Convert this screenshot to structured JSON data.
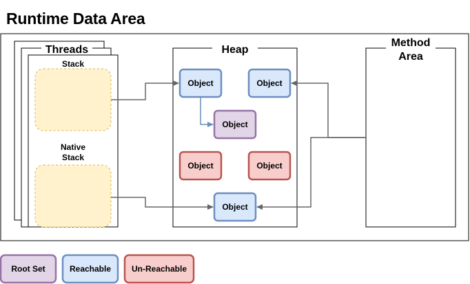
{
  "title": "Runtime Data Area",
  "threads": {
    "label": "Threads",
    "stack_label": "Stack",
    "native_stack_label": [
      "Native",
      "Stack"
    ]
  },
  "heap": {
    "label": "Heap",
    "objects": [
      {
        "id": "o1",
        "label": "Object",
        "kind": "reachable"
      },
      {
        "id": "o2",
        "label": "Object",
        "kind": "reachable"
      },
      {
        "id": "o3",
        "label": "Object",
        "kind": "root"
      },
      {
        "id": "o4",
        "label": "Object",
        "kind": "unreachable"
      },
      {
        "id": "o5",
        "label": "Object",
        "kind": "unreachable"
      },
      {
        "id": "o6",
        "label": "Object",
        "kind": "reachable"
      }
    ]
  },
  "method_area": {
    "label": [
      "Method",
      "Area"
    ]
  },
  "legend": [
    {
      "label": "Root Set",
      "kind": "root"
    },
    {
      "label": "Reachable",
      "kind": "reachable"
    },
    {
      "label": "Un-Reachable",
      "kind": "unreachable"
    }
  ],
  "colors": {
    "root": {
      "fill": "#e1d5e7",
      "stroke": "#9673a6"
    },
    "reachable": {
      "fill": "#dae8fc",
      "stroke": "#6c8ebf"
    },
    "unreachable": {
      "fill": "#f8cecc",
      "stroke": "#b85450"
    },
    "stack_fill": "#fff2cc",
    "stack_stroke": "#d6b656",
    "edge": "#666666",
    "edge_blue": "#6c8ebf"
  }
}
